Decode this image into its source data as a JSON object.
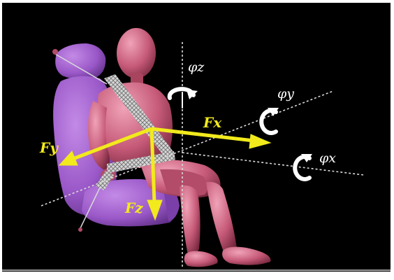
{
  "labels": {
    "fx": "Fx",
    "fy": "Fy",
    "fz": "Fz",
    "phi_x": "φx",
    "phi_y": "φy",
    "phi_z": "φz"
  },
  "colors": {
    "background": "#000000",
    "force_arrow": "#f2ea1c",
    "moment_arrow": "#ffffff",
    "axis_line": "#d9d9d9",
    "seat": "#9a58c8",
    "dummy": "#c65a78"
  }
}
